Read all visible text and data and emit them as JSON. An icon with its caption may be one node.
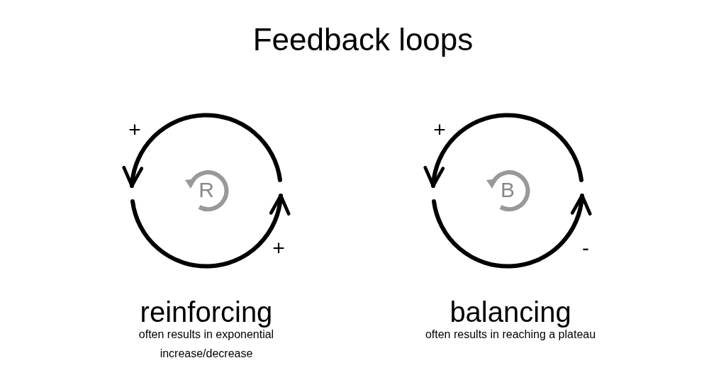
{
  "diagram": {
    "title": "Feedback loops",
    "nodes": [
      {
        "text": [
          "R"
        ],
        "beside": [
          "reinforcing",
          "often results in exponential increase/decrease"
        ]
      },
      {
        "text": [
          "B"
        ],
        "beside": [
          "balancing",
          "often results in reaching a plateau"
        ]
      }
    ],
    "labels": [
      "+",
      "+",
      "+",
      "-"
    ]
  }
}
